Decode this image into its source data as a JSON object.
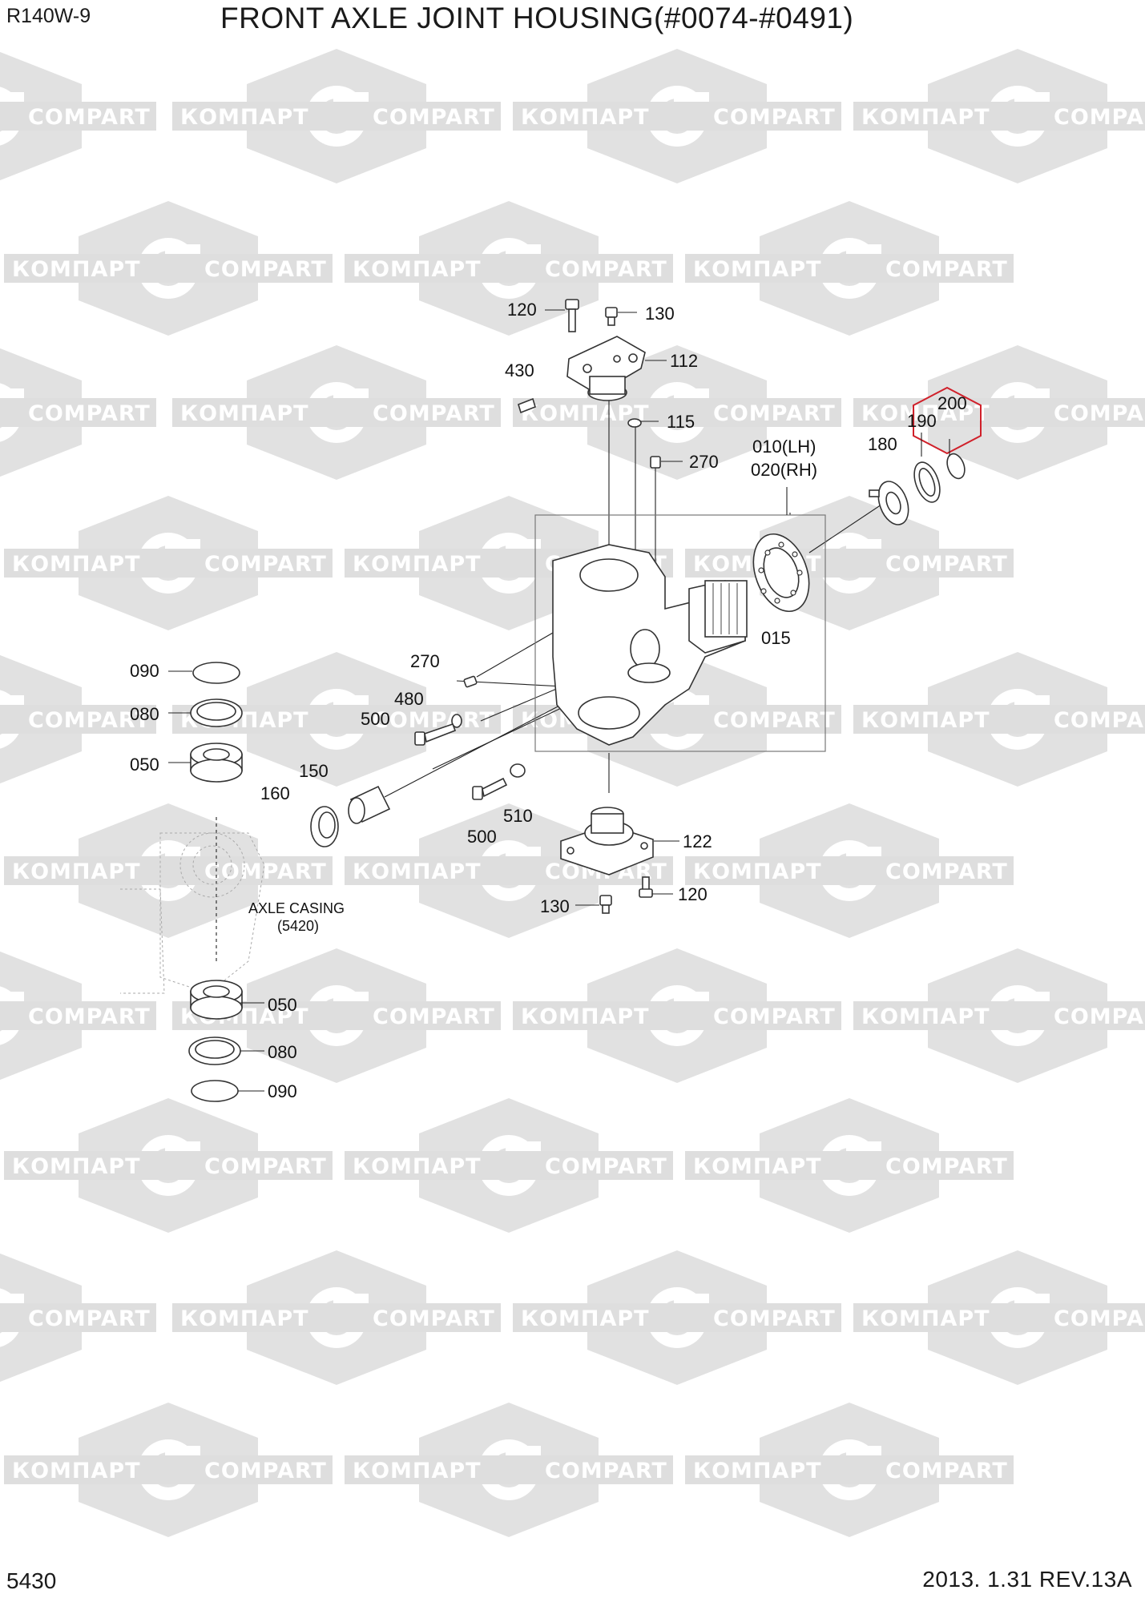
{
  "header": {
    "model": "R140W-9",
    "title": "FRONT AXLE JOINT HOUSING(#0074-#0491)"
  },
  "footer": {
    "page_number": "5430",
    "revision": "2013. 1.31 REV.13A"
  },
  "watermark": {
    "text_cyrillic": "КОМПАРТ",
    "text_latin": "COMPART",
    "color": "#d9d9d9"
  },
  "highlight_color": "#d0202a",
  "callouts": {
    "p120_top": "120",
    "p130_top": "130",
    "p112": "112",
    "p430": "430",
    "p115": "115",
    "p270_top": "270",
    "p010": "010(LH)",
    "p020": "020(RH)",
    "p180": "180",
    "p190": "190",
    "p200": "200",
    "p015": "015",
    "p090_top": "090",
    "p080_top": "080",
    "p050_top": "050",
    "p270_mid": "270",
    "p480": "480",
    "p500_mid": "500",
    "p150": "150",
    "p160": "160",
    "p500_bot": "500",
    "p510": "510",
    "p122": "122",
    "p120_bot": "120",
    "p130_bot": "130",
    "p050_bot": "050",
    "p080_bot": "080",
    "p090_bot": "090"
  },
  "axle_casing": {
    "label": "AXLE CASING",
    "ref": "(5420)"
  }
}
